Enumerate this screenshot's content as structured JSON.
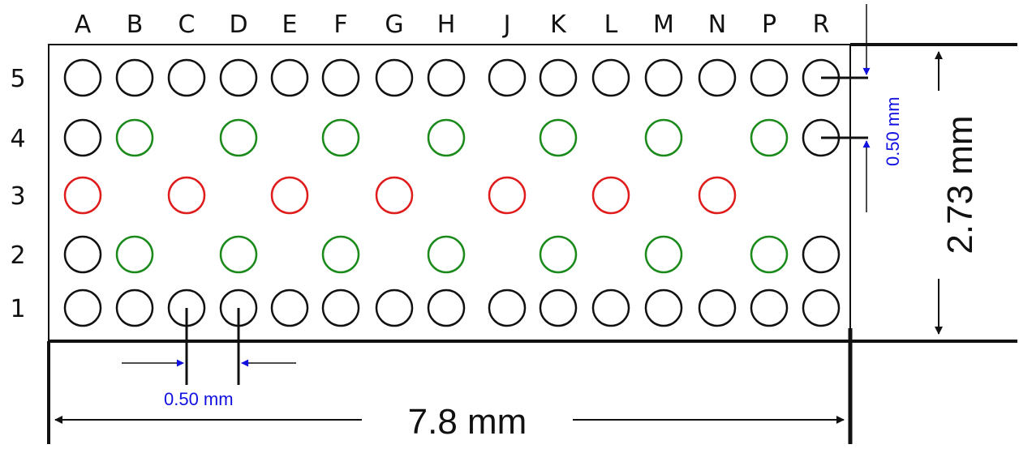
{
  "columns": [
    "A",
    "B",
    "C",
    "D",
    "E",
    "F",
    "G",
    "H",
    "J",
    "K",
    "L",
    "M",
    "N",
    "P",
    "R"
  ],
  "rows": [
    "5",
    "4",
    "3",
    "2",
    "1"
  ],
  "colors": {
    "black": "#111111",
    "green": "#1a8a1a",
    "red": "#e01b1b",
    "blue": "#1010e0"
  },
  "ball_rows": {
    "5": [
      "k",
      "k",
      "k",
      "k",
      "k",
      "k",
      "k",
      "k",
      "k",
      "k",
      "k",
      "k",
      "k",
      "k",
      "k"
    ],
    "4": [
      "k",
      "g",
      "",
      "g",
      "",
      "g",
      "",
      "g",
      "",
      "g",
      "",
      "g",
      "",
      "g",
      "k"
    ],
    "3": [
      "r",
      "",
      "r",
      "",
      "r",
      "",
      "r",
      "",
      "r",
      "",
      "r",
      "",
      "r",
      "",
      ""
    ],
    "2": [
      "k",
      "g",
      "",
      "g",
      "",
      "g",
      "",
      "g",
      "",
      "g",
      "",
      "g",
      "",
      "g",
      "k"
    ],
    "1": [
      "k",
      "k",
      "k",
      "k",
      "k",
      "k",
      "k",
      "k",
      "k",
      "k",
      "k",
      "k",
      "k",
      "k",
      "k"
    ]
  },
  "dimensions": {
    "pitch_horizontal": "0.50 mm",
    "pitch_vertical": "0.50 mm",
    "height": "2.73 mm",
    "width": "7.8 mm"
  }
}
